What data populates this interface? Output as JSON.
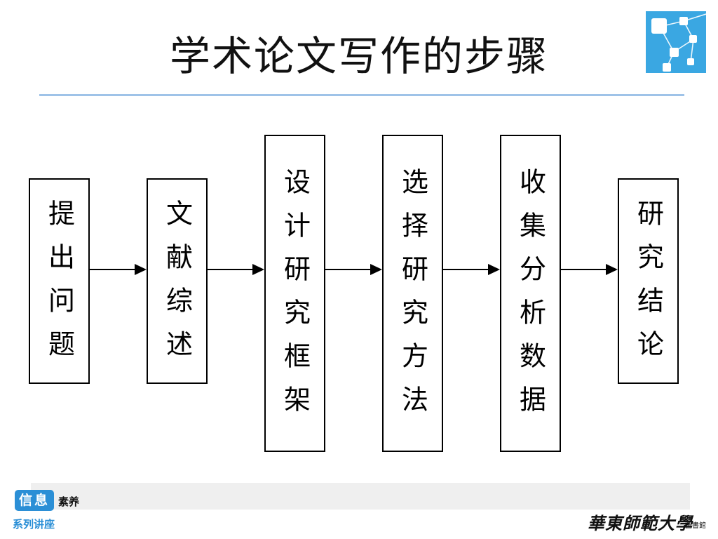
{
  "title": "学术论文写作的步骤",
  "steps": [
    {
      "label": "提出问题"
    },
    {
      "label": "文献综述"
    },
    {
      "label": "设计研究框架"
    },
    {
      "label": "选择研究方法"
    },
    {
      "label": "收集分析数据"
    },
    {
      "label": "研究结论"
    }
  ],
  "footer": {
    "tag": "信息",
    "tag_suffix": "素养",
    "series": "系列讲座",
    "university": "華東師範大學",
    "library": "圖書館"
  },
  "colors": {
    "accent": "#2b8fd6",
    "logo_bg": "#3aa7e2",
    "rule": "#9fc3e8"
  }
}
